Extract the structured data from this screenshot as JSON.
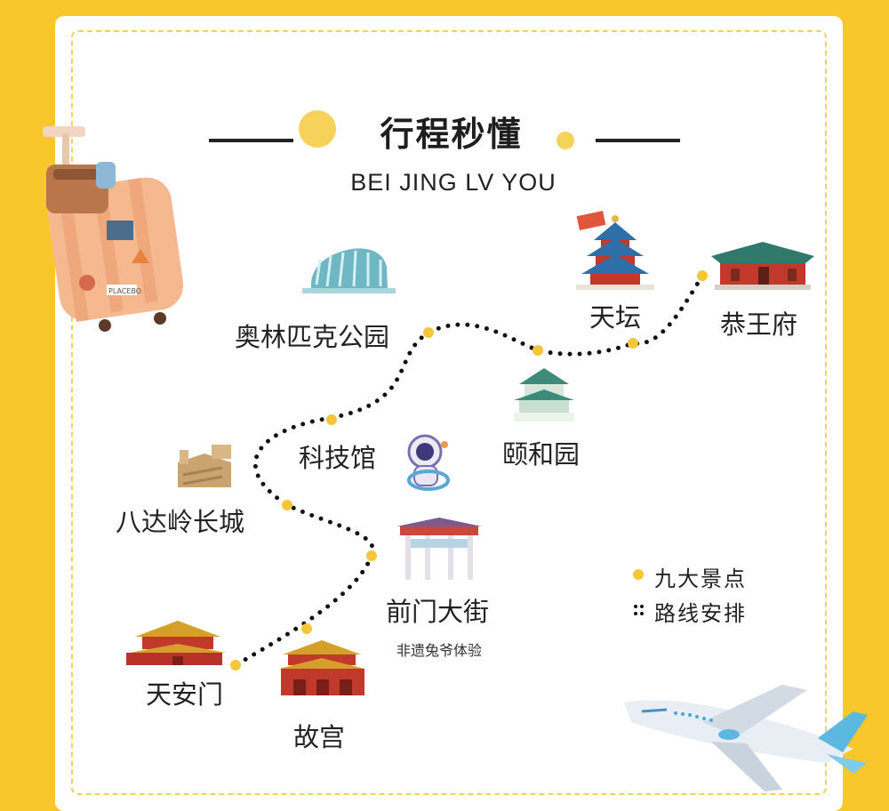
{
  "header": {
    "title": "行程秒懂",
    "subtitle": "BEI JING LV YOU"
  },
  "colors": {
    "background": "#f9c62b",
    "accent": "#f5c63a",
    "route": "#111111"
  },
  "attractions": {
    "olympic_park": "奥林匹克公园",
    "tiantan": "天坛",
    "gongwangfu": "恭王府",
    "yiheyuan": "颐和园",
    "science_museum": "科技馆",
    "badaling": "八达岭长城",
    "qianmen": "前门大街",
    "qianmen_note": "非遗兔爷体验",
    "tiananmen": "天安门",
    "gugong": "故宫"
  },
  "legend": {
    "spots": "九大景点",
    "route": "路线安排"
  },
  "decor": {
    "suitcase_sticker": "PLACEBO"
  }
}
